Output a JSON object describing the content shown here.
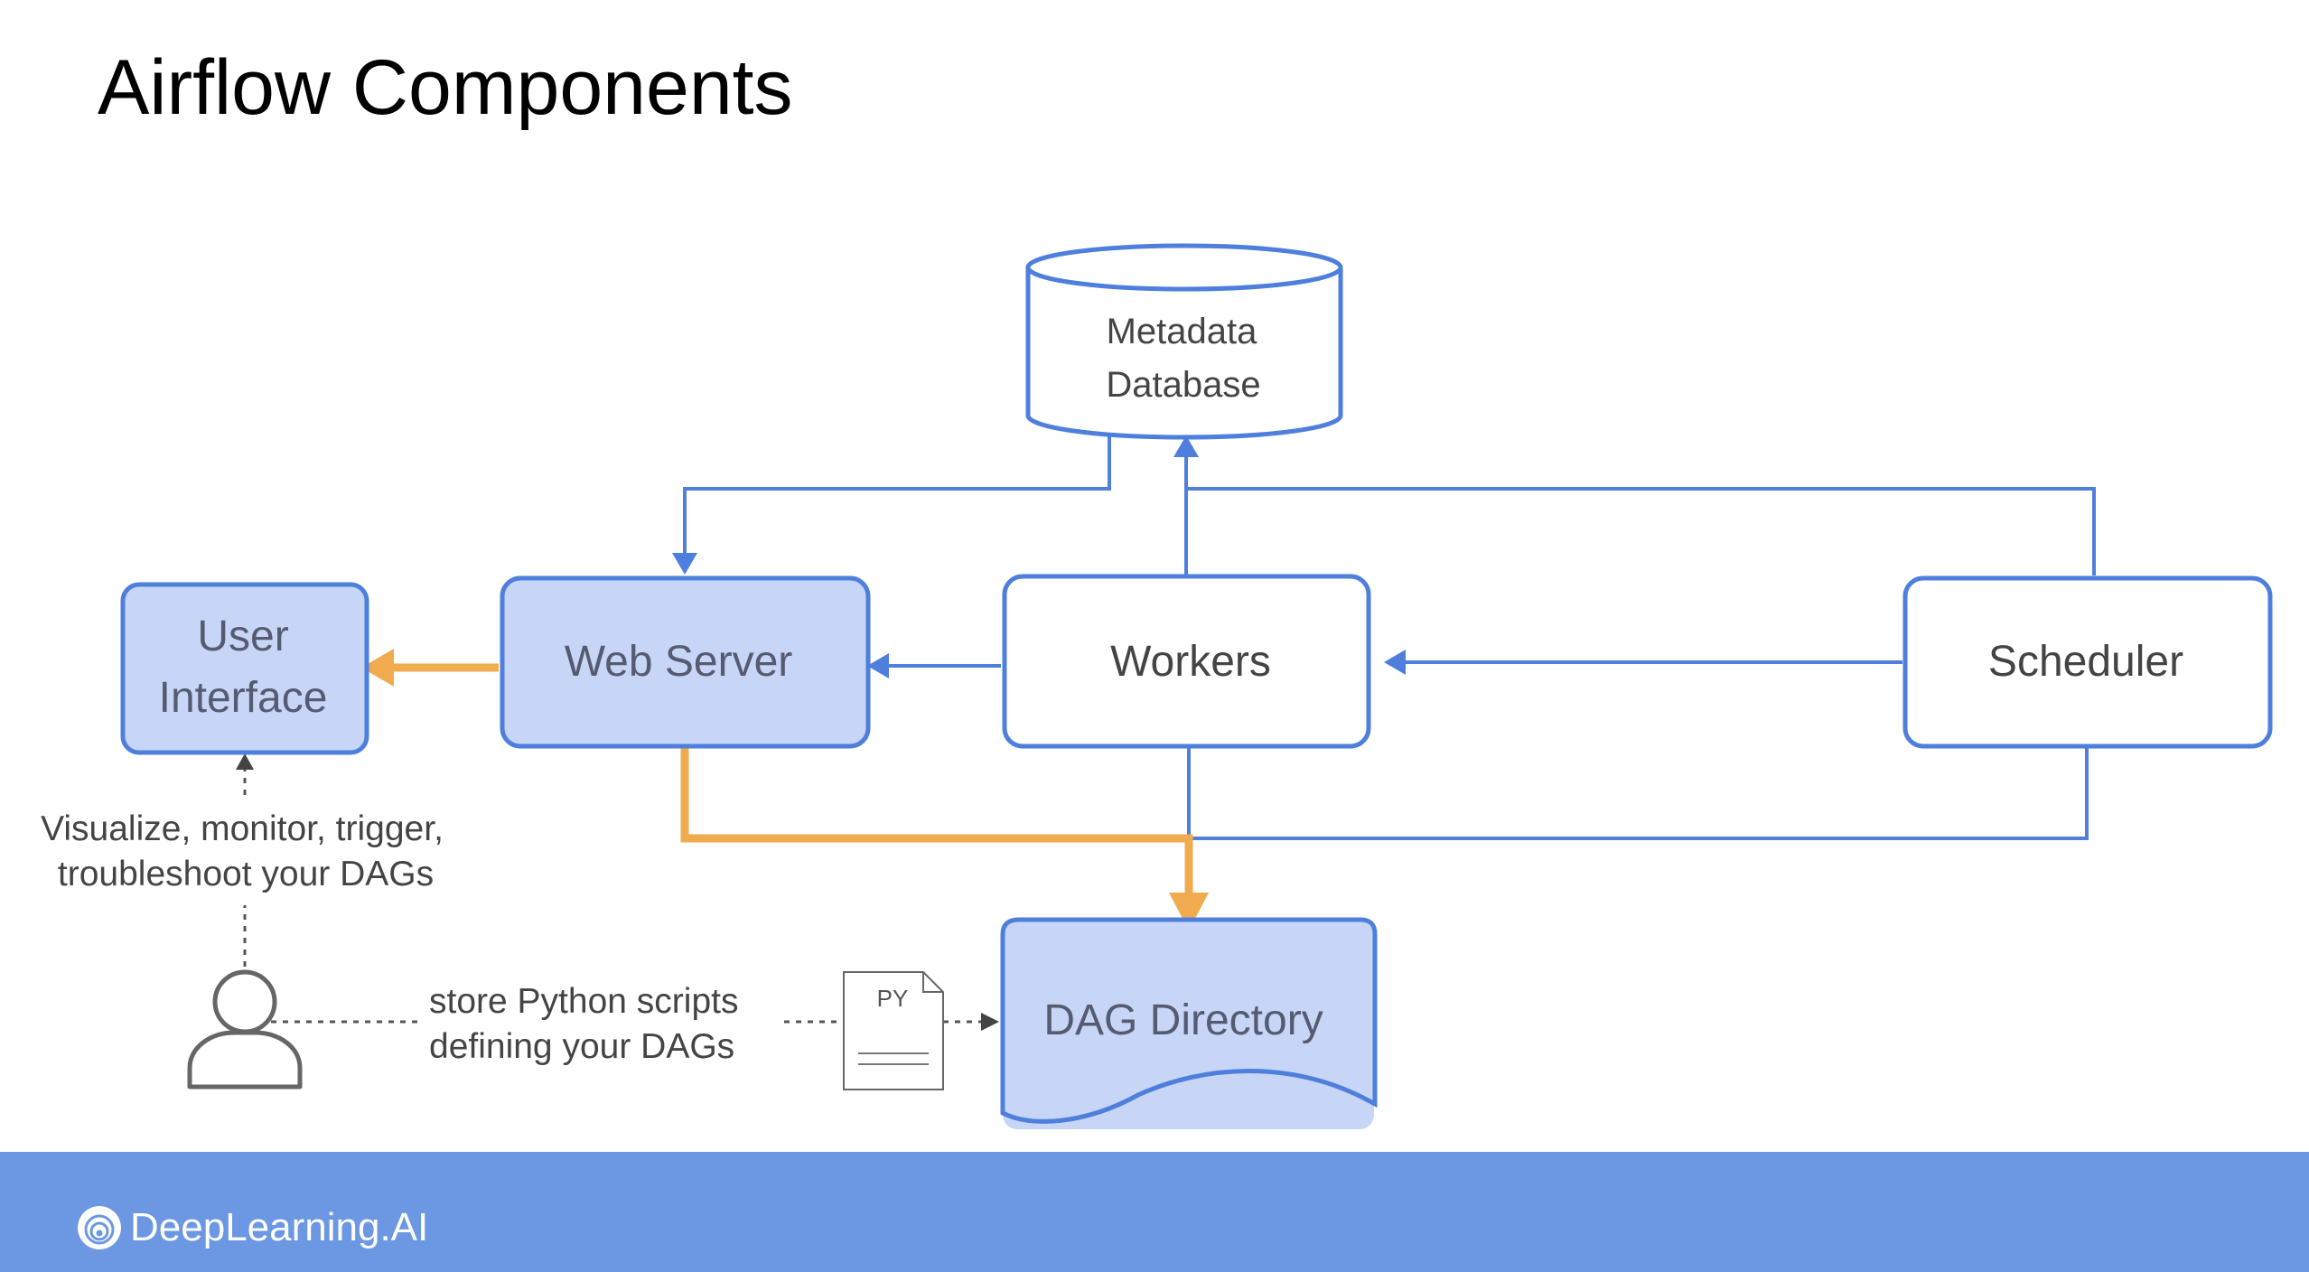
{
  "slide": {
    "title": "Airflow Components"
  },
  "nodes": {
    "metadata_db": {
      "line1": "Metadata",
      "line2": "Database"
    },
    "user_interface": {
      "line1": "User",
      "line2": "Interface"
    },
    "web_server": {
      "label": "Web Server"
    },
    "workers": {
      "label": "Workers"
    },
    "scheduler": {
      "label": "Scheduler"
    },
    "dag_directory": {
      "label": "DAG Directory"
    },
    "py_file": {
      "label": "PY"
    }
  },
  "annotations": {
    "ui_note_line1": "Visualize, monitor, trigger,",
    "ui_note_line2": "troubleshoot your DAGs",
    "store_note_line1": "store Python scripts",
    "store_note_line2": "defining your DAGs"
  },
  "icons": {
    "user": "person-icon",
    "file": "python-file-icon",
    "logo": "deeplearning-logo-icon"
  },
  "colors": {
    "blue": "#4f7fdc",
    "blue_fill": "#c7d6f6",
    "orange": "#f0ab4e",
    "footer": "#6b97e3",
    "text": "#444444"
  },
  "footer": {
    "brand": "DeepLearning.AI"
  }
}
